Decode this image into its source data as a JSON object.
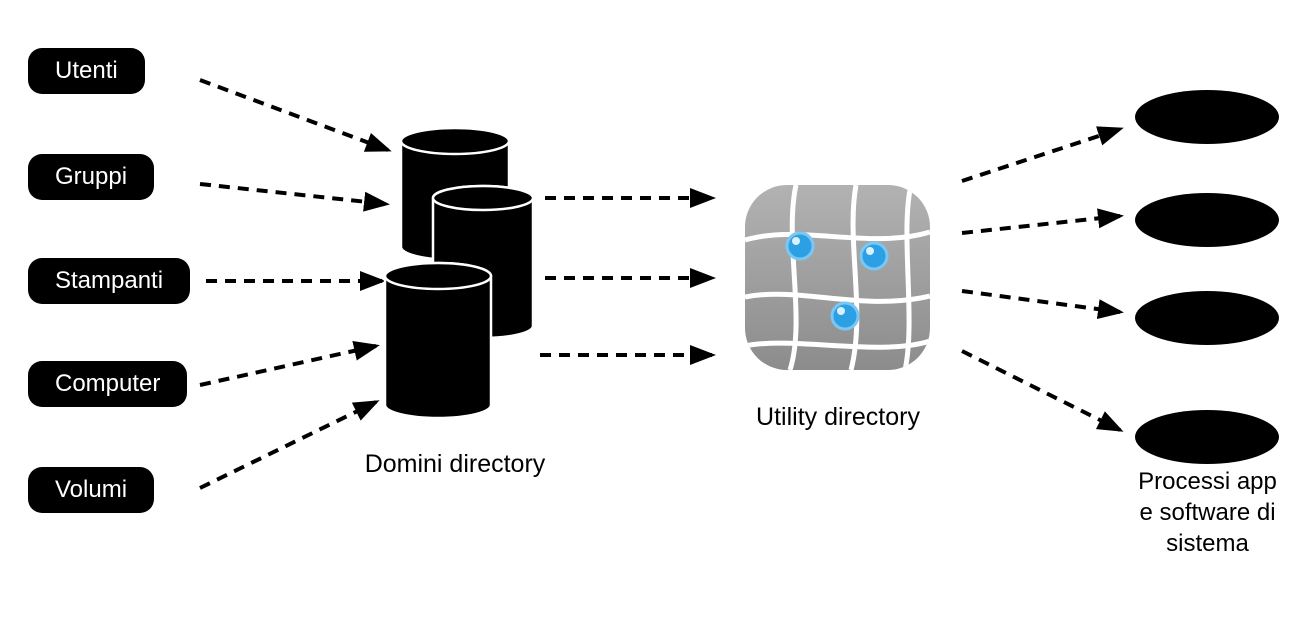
{
  "sources": [
    {
      "label": "Utenti"
    },
    {
      "label": "Gruppi"
    },
    {
      "label": "Stampanti"
    },
    {
      "label": "Computer"
    },
    {
      "label": "Volumi"
    }
  ],
  "domains": {
    "caption": "Domini directory"
  },
  "utility": {
    "caption": "Utility directory",
    "icon": "directory-utility-icon"
  },
  "processes": {
    "lines": [
      "Processi app",
      "e software di",
      "sistema"
    ]
  },
  "colors": {
    "background": "#ffffff",
    "node_fill": "#000000",
    "node_text": "#ffffff",
    "arrow": "#000000",
    "icon_gray_top": "#b2b2b2",
    "icon_gray_bottom": "#8c8c8c",
    "icon_grid_lines": "#ffffff",
    "icon_dot_blue": "#2d9fe5"
  }
}
